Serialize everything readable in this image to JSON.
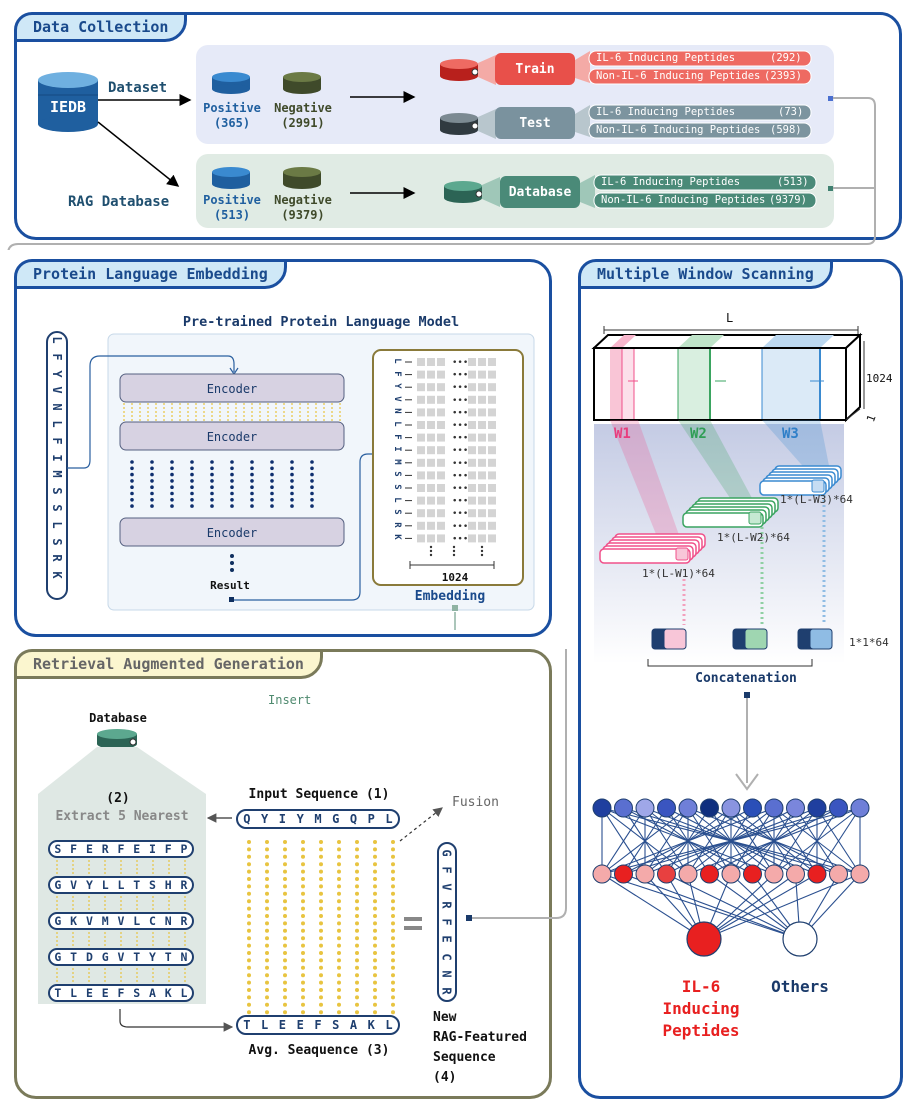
{
  "panels": {
    "data_collection": "Data Collection",
    "ple": "Protein Language Embedding",
    "mws": "Multiple Window Scanning",
    "rag": "Retrieval Augmented Generation"
  },
  "data_collection": {
    "source": "IEDB",
    "dataset_label": "Dataset",
    "rag_db_label": "RAG Database",
    "dataset_pos": "Positive",
    "dataset_pos_n": "(365)",
    "dataset_neg": "Negative",
    "dataset_neg_n": "(2991)",
    "rag_pos": "Positive",
    "rag_pos_n": "(513)",
    "rag_neg": "Negative",
    "rag_neg_n": "(9379)",
    "train": "Train",
    "test": "Test",
    "database": "Database",
    "train_il6": "IL-6 Inducing Peptides",
    "train_il6_n": "(292)",
    "train_non": "Non-IL-6 Inducing Peptides",
    "train_non_n": "(2393)",
    "test_il6": "IL-6 Inducing Peptides",
    "test_il6_n": "(73)",
    "test_non": "Non-IL-6 Inducing Peptides",
    "test_non_n": "(598)",
    "db_il6": "IL-6 Inducing Peptides",
    "db_il6_n": "(513)",
    "db_non": "Non-IL-6 Inducing Peptides",
    "db_non_n": "(9379)"
  },
  "ple": {
    "model_title": "Pre-trained Protein Language Model",
    "encoder1": "Encoder",
    "encoder2": "Encoder",
    "encoder3": "Encoder",
    "result": "Result",
    "embedding_label": "Embedding",
    "dim": "1024",
    "sequence": [
      "L",
      "F",
      "Y",
      "V",
      "N",
      "L",
      "F",
      "I",
      "M",
      "S",
      "S",
      "L",
      "S",
      "R",
      "K"
    ]
  },
  "mws": {
    "L": "L",
    "dim1024": "1024",
    "dim1": "1",
    "w1": "W1",
    "w2": "W2",
    "w3": "W3",
    "f1": "1*(L-W1)*64",
    "f2": "1*(L-W2)*64",
    "f3": "1*(L-W3)*64",
    "pool": "1*1*64",
    "concat": "Concatenation",
    "class_pos": "IL-6\nInducing\nPeptides",
    "class_pos_l1": "IL-6",
    "class_pos_l2": "Inducing",
    "class_pos_l3": "Peptides",
    "class_neg": "Others"
  },
  "rag": {
    "insert": "Insert",
    "database": "Database",
    "extract_num": "(2)",
    "extract": "Extract 5 Nearest",
    "input_title": "Input Sequence (1)",
    "input_seq": [
      "Q",
      "Y",
      "I",
      "Y",
      "M",
      "G",
      "Q",
      "P",
      "L"
    ],
    "fusion": "Fusion",
    "neighbors": [
      [
        "S",
        "F",
        "E",
        "R",
        "F",
        "E",
        "I",
        "F",
        "P"
      ],
      [
        "G",
        "V",
        "Y",
        "L",
        "L",
        "T",
        "S",
        "H",
        "R"
      ],
      [
        "G",
        "K",
        "V",
        "M",
        "V",
        "L",
        "C",
        "N",
        "R"
      ],
      [
        "G",
        "T",
        "D",
        "G",
        "V",
        "T",
        "Y",
        "T",
        "N"
      ],
      [
        "T",
        "L",
        "E",
        "E",
        "F",
        "S",
        "A",
        "K",
        "L"
      ]
    ],
    "avg_seq": [
      "T",
      "L",
      "E",
      "E",
      "F",
      "S",
      "A",
      "K",
      "L"
    ],
    "avg_title": "Avg. Seaquence (3)",
    "new_seq": [
      "G",
      "F",
      "V",
      "R",
      "F",
      "E",
      "C",
      "N",
      "R"
    ],
    "new_title_l1": "New",
    "new_title_l2": "RAG-Featured",
    "new_title_l3": "Sequence",
    "new_title_l4": "(4)"
  },
  "colors": {
    "panel_border": "#1a4fa0",
    "tab_fill": "#cfe8f7",
    "rag_tab_fill": "#fbf6cf",
    "train_red": "#e8504a",
    "test_grey": "#7a929e",
    "db_green": "#3f8070",
    "w1_pink": "#f0508a",
    "w2_green": "#3aa460",
    "w3_blue": "#3a8ad0",
    "positive_red": "#e82020"
  }
}
